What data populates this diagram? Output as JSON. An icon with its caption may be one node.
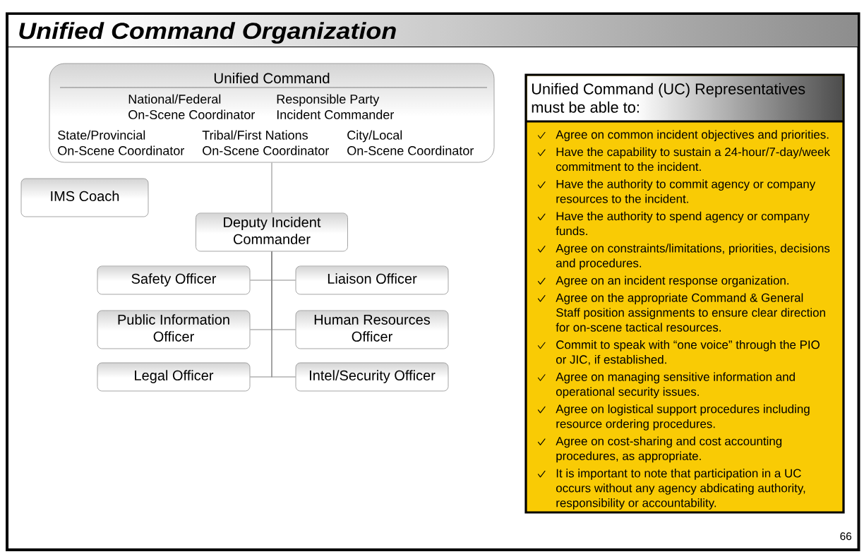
{
  "diagram": {
    "title": "Unified Command Organization",
    "nodes": [
      {
        "text": [
          "Unified Command",
          "National/Federal On-Scene Coordinator",
          "Responsible Party Incident Commander",
          "State/Provincial On-Scene Coordinator",
          "Tribal/First Nations On-Scene Coordinator",
          "City/Local On-Scene Coordinator"
        ]
      },
      {
        "text": [
          "IMS Coach"
        ]
      },
      {
        "text": [
          "Deputy Incident Commander"
        ]
      },
      {
        "text": [
          "Safety Officer"
        ]
      },
      {
        "text": [
          "Liaison Officer"
        ]
      },
      {
        "text": [
          "Public Information Officer"
        ]
      },
      {
        "text": [
          "Human Resources Officer"
        ]
      },
      {
        "text": [
          "Legal Officer"
        ]
      },
      {
        "text": [
          "Intel/Security Officer"
        ]
      },
      {
        "text": [
          "Unified Command (UC) Representatives must be able to:",
          "Agree on common incident objectives and priorities.",
          "Have the capability to sustain a 24-hour/7-day/week commitment to the incident.",
          "Have the authority to commit agency or company resources to the incident.",
          "Have the authority to spend agency or company funds.",
          "Agree on constraints/limitations, priorities, decisions and procedures.",
          "Agree on an incident response organization.",
          "Agree on the appropriate Command & General Staff position assignments to ensure clear direction for on-scene tactical resources.",
          "Commit to speak with “one voice” through the PIO or JIC, if established.",
          "Agree on managing sensitive information and operational security issues.",
          "Agree on logistical support procedures including resource ordering procedures.",
          "Agree on cost-sharing and cost accounting procedures, as appropriate.",
          "It is important to note that participation in a UC occurs without any agency abdicating authority, responsibility or accountability."
        ]
      }
    ],
    "edges": [
      {
        "from": 0,
        "to": 2,
        "arrow": "none"
      },
      {
        "from": 2,
        "to": 3,
        "arrow": "none"
      },
      {
        "from": 2,
        "to": 4,
        "arrow": "none"
      },
      {
        "from": 2,
        "to": 5,
        "arrow": "none"
      },
      {
        "from": 2,
        "to": 6,
        "arrow": "none"
      },
      {
        "from": 2,
        "to": 7,
        "arrow": "none"
      },
      {
        "from": 2,
        "to": 8,
        "arrow": "none"
      }
    ],
    "labels": [
      "66"
    ]
  }
}
